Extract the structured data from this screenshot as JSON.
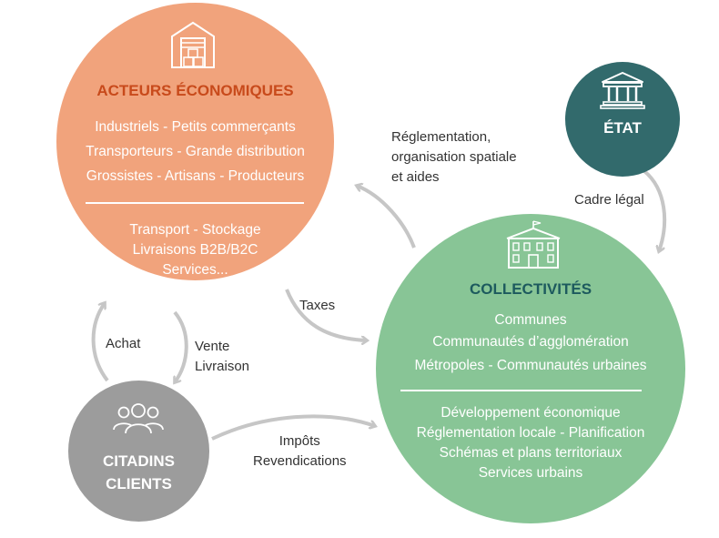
{
  "acteurs": {
    "title": "ACTEURS ÉCONOMIQUES",
    "members": [
      "Industriels - Petits commerçants",
      "Transporteurs - Grande distribution",
      "Grossistes - Artisans - Producteurs"
    ],
    "activities": [
      "Transport - Stockage",
      "Livraisons B2B/B2C",
      "Services..."
    ],
    "color": "#F1A37C",
    "icon": "warehouse-icon"
  },
  "etat": {
    "title": "ÉTAT",
    "color": "#326A6C",
    "icon": "government-building-icon"
  },
  "collectivites": {
    "title": "COLLECTIVITÉS",
    "members": [
      "Communes",
      "Communautés d’agglomération",
      "Métropoles - Communautés urbaines"
    ],
    "roles": [
      "Développement économique",
      "Réglementation locale - Planification",
      "Schémas et plans territoriaux",
      "Services urbains"
    ],
    "color": "#88C596",
    "icon": "town-hall-icon"
  },
  "citadins": {
    "title_line1": "CITADINS",
    "title_line2": "CLIENTS",
    "color": "#9C9C9C",
    "icon": "people-group-icon"
  },
  "flows": {
    "reglementation": [
      "Réglementation,",
      "organisation spatiale",
      "et aides"
    ],
    "cadre_legal": "Cadre légal",
    "taxes": "Taxes",
    "achat": "Achat",
    "vente": [
      "Vente",
      "Livraison"
    ],
    "impots": [
      "Impôts",
      "Revendications"
    ]
  }
}
